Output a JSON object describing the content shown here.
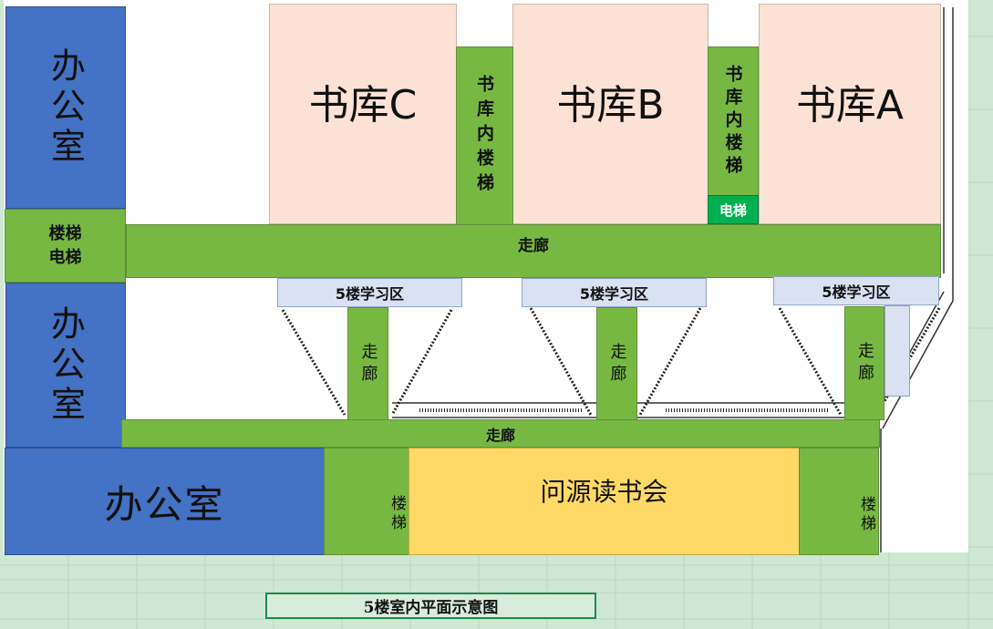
{
  "offices": {
    "upper_left": "办公室",
    "middle_left": "办公室",
    "bottom_left": "办公室"
  },
  "stacks": {
    "c": "书库C",
    "b": "书库B",
    "a": "书库A"
  },
  "stairs": {
    "inner_c_b": "书库内楼梯",
    "inner_b_a": "书库内楼梯",
    "left": "楼梯",
    "bottom_left": "楼梯",
    "bottom_right": "楼梯"
  },
  "elevators": {
    "left": "电梯",
    "stack_ba": "电梯"
  },
  "corridors": {
    "upper": "走廊",
    "lower": "走廊",
    "vertical_1": "走廊",
    "vertical_2": "走廊",
    "vertical_3": "走廊"
  },
  "study_areas": {
    "left": "5楼学习区",
    "middle": "5楼学习区",
    "right": "5楼学习区"
  },
  "reading_club": "问源读书会",
  "caption": "5楼室内平面示意图",
  "colors": {
    "office": "#4472c4",
    "green": "#77b843",
    "stack": "#fbe2d4",
    "study": "#d9e1f2",
    "reading": "#ffd966",
    "elevator": "#00b050"
  }
}
